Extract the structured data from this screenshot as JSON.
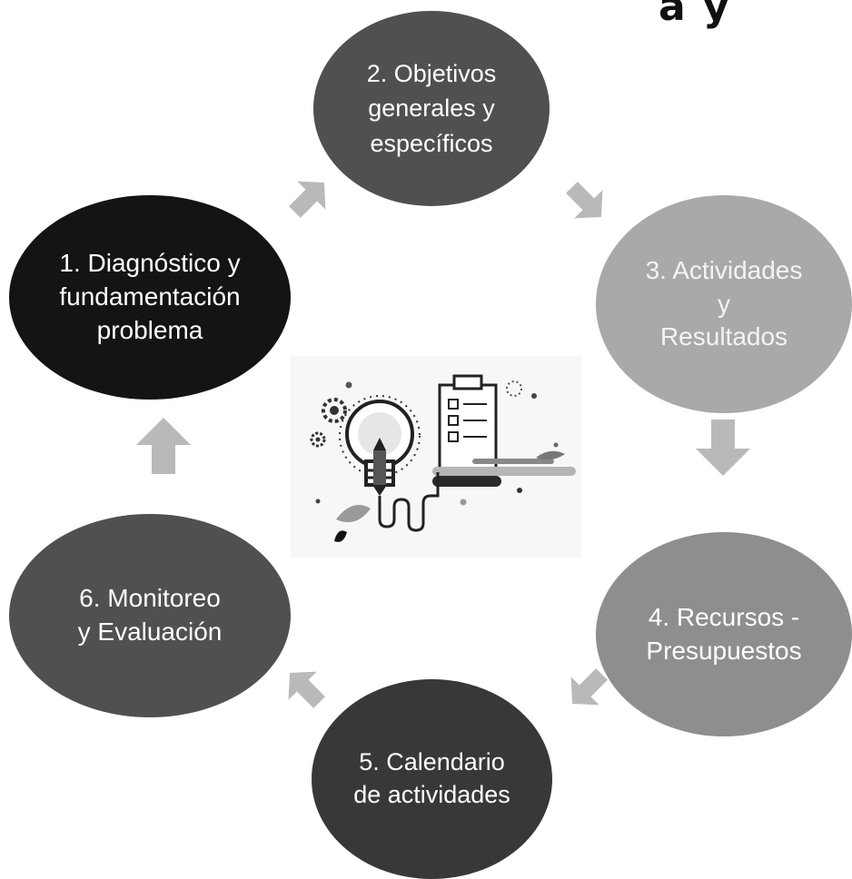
{
  "header_fragment": "a y",
  "steps": [
    {
      "label": "1. Diagnóstico y\nfundamentación\nproblema"
    },
    {
      "label": "2. Objetivos\ngenerales y\nespecíficos"
    },
    {
      "label": "3. Actividades\ny\nResultados"
    },
    {
      "label": "4. Recursos -\nPresupuestos"
    },
    {
      "label": "5. Calendario\nde actividades"
    },
    {
      "label": "6. Monitoreo\ny Evaluación"
    }
  ],
  "colors": {
    "step1": "#141414",
    "step2": "#505050",
    "step3": "#a9a9a9",
    "step4": "#8e8e8e",
    "step5": "#383838",
    "step6": "#505050",
    "arrow": "#b9b9b9"
  },
  "illustration": {
    "icons": [
      "lightbulb-icon",
      "pencil-icon",
      "clipboard-checklist-icon",
      "gear-icon",
      "feather-icon",
      "leaf-icon"
    ]
  }
}
